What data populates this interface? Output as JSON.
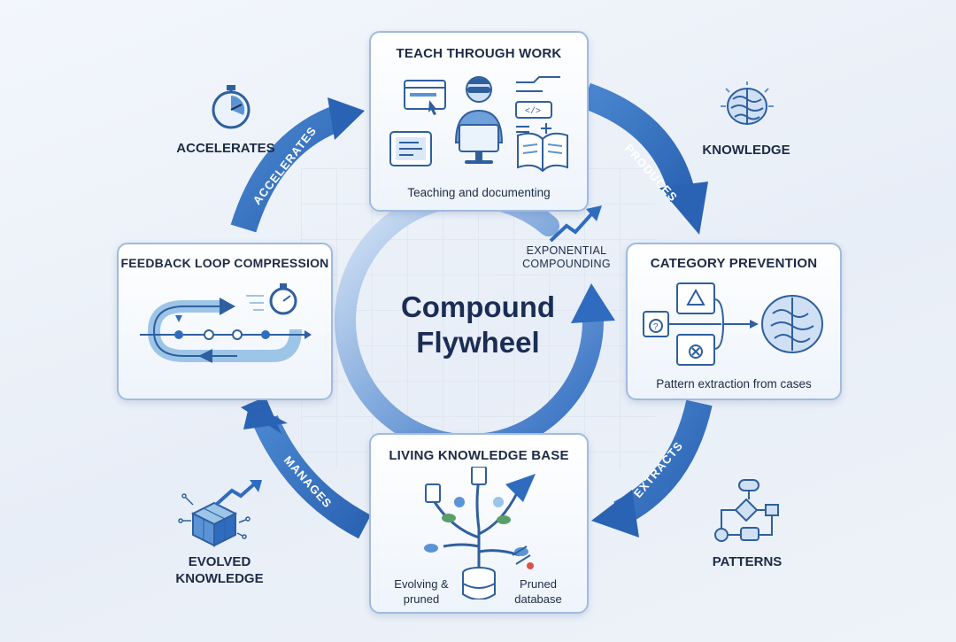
{
  "center": {
    "title_line1": "Compound",
    "title_line2": "Flywheel",
    "note_line1": "EXPONENTIAL",
    "note_line2": "COMPOUNDING"
  },
  "cards": {
    "teach": {
      "title": "TEACH THROUGH WORK",
      "caption": "Teaching and documenting"
    },
    "category": {
      "title": "CATEGORY PREVENTION",
      "caption": "Pattern extraction from cases"
    },
    "living": {
      "title": "LIVING KNOWLEDGE BASE",
      "left_line1": "Evolving &",
      "left_line2": "pruned",
      "right_line1": "Pruned",
      "right_line2": "database"
    },
    "feedback": {
      "title": "FEEDBACK LOOP COMPRESSION"
    }
  },
  "arrows": {
    "produces": "PRODUCES",
    "extracts": "EXTRACTS",
    "manages": "MANAGES",
    "accelerates": "ACCELERATES"
  },
  "corners": {
    "knowledge": "KNOWLEDGE",
    "patterns": "PATTERNS",
    "evolved_line1": "EVOLVED",
    "evolved_line2": "KNOWLEDGE",
    "accelerates": "ACCELERATES"
  },
  "icons": [
    "stopwatch-icon",
    "brain-icon",
    "flowchart-icon",
    "cube-growth-icon",
    "trend-arrow-icon",
    "developer-icon",
    "tree-icon",
    "database-icon"
  ],
  "colors": {
    "arrow": "#2f6fc0",
    "arrow_light": "#5b94d6",
    "card_border": "#9fbbe0",
    "ink": "#1d2b46"
  }
}
